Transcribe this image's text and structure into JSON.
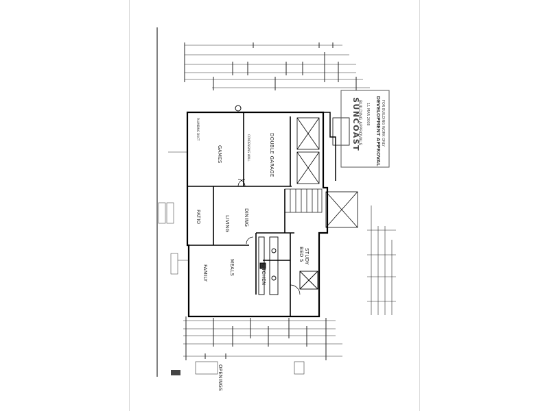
{
  "rooms": {
    "games": "GAMES",
    "double_garage": "DOUBLE GARAGE",
    "patio": "PATIO",
    "living": "LIVING",
    "dining": "DINING",
    "family": "FAMILY",
    "meals": "MEALS",
    "kitchen": "KITCHEN",
    "bed": "BED 5",
    "study": "STUDY"
  },
  "stamp": {
    "company": "SUNCOAST",
    "line1": "BUILDING APPROVALS",
    "line2": "DEVELOPMENT APPROVAL",
    "line3": "FOR BUILDING WORK ONLY",
    "date": "11 MAR 2008"
  },
  "notes": {
    "openings": "OPENINGS",
    "condensing_wall": "CONDENSING WALL",
    "plumbing_duct": "PLUMBING DUCT"
  }
}
